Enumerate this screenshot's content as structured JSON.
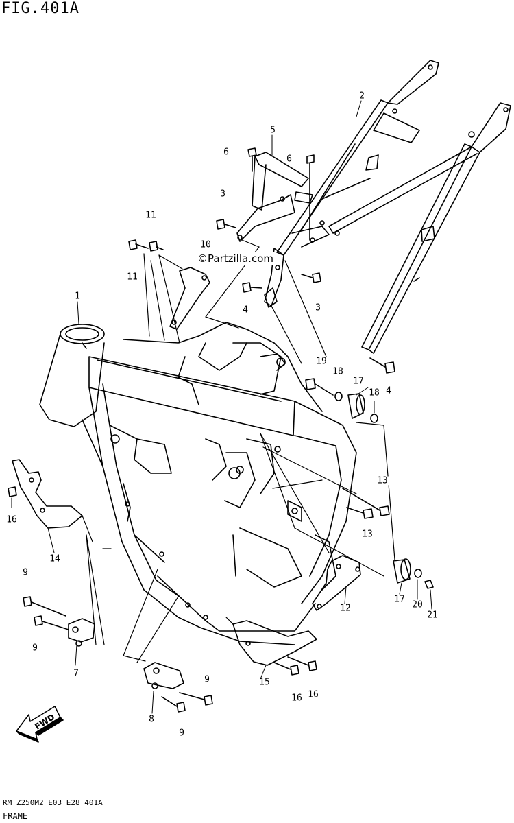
{
  "header": {
    "title": "FIG.401A"
  },
  "watermark": {
    "text": "©Partzilla.com"
  },
  "footer": {
    "code": "RM Z250M2_E03_E28_401A",
    "name": "FRAME"
  },
  "fwd_badge": {
    "text": "FWD"
  },
  "callouts": [
    "1",
    "2",
    "3",
    "3",
    "4",
    "4",
    "5",
    "6",
    "6",
    "7",
    "8",
    "9",
    "9",
    "9",
    "9",
    "10",
    "11",
    "11",
    "12",
    "13",
    "13",
    "14",
    "15",
    "16",
    "16",
    "16",
    "17",
    "17",
    "18",
    "18",
    "19",
    "20",
    "21"
  ]
}
